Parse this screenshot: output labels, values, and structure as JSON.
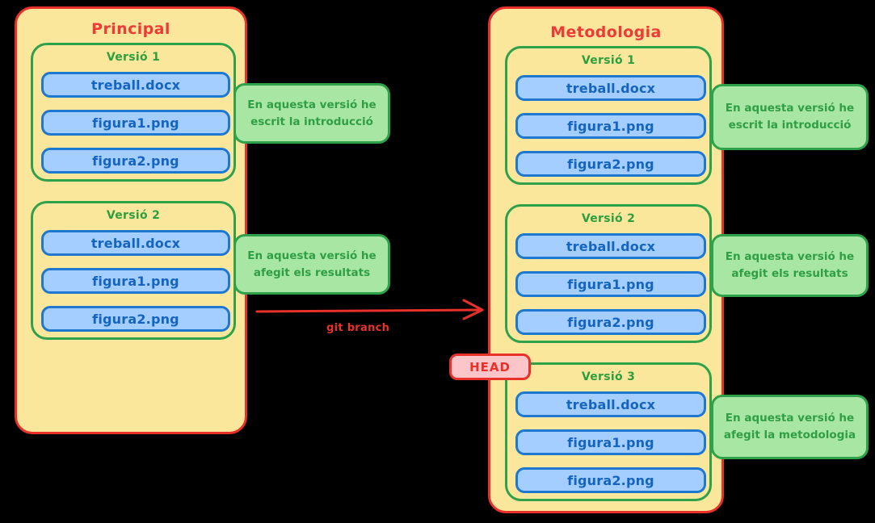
{
  "diagram": {
    "title_left": "Principal",
    "title_right": "Metodologia",
    "arrow_label": "git branch",
    "head_label": "HEAD",
    "colors": {
      "panel_fill": "#fbe79c",
      "panel_border": "#e8312a",
      "version_border": "#2ea14a",
      "version_title": "#2e9e3f",
      "file_fill": "#a3ceff",
      "file_border": "#1f78cf",
      "file_text": "#1565c0",
      "note_fill": "#a8e6a3",
      "note_border": "#2ea14a",
      "note_text": "#2f9e44",
      "head_fill": "#fcc5c9",
      "head_text": "#e8312a",
      "background": "#000000"
    }
  },
  "branches": [
    {
      "name": "Principal",
      "versions": [
        {
          "label": "Versió 1",
          "files": [
            "treball.docx",
            "figura1.png",
            "figura2.png"
          ],
          "note": [
            "En aquesta versió he",
            "escrit la introducció"
          ]
        },
        {
          "label": "Versió 2",
          "files": [
            "treball.docx",
            "figura1.png",
            "figura2.png"
          ],
          "note": [
            "En aquesta versió he",
            "afegit els resultats"
          ]
        }
      ]
    },
    {
      "name": "Metodologia",
      "versions": [
        {
          "label": "Versió 1",
          "files": [
            "treball.docx",
            "figura1.png",
            "figura2.png"
          ],
          "note": [
            "En aquesta versió he",
            "escrit la introducció"
          ]
        },
        {
          "label": "Versió 2",
          "files": [
            "treball.docx",
            "figura1.png",
            "figura2.png"
          ],
          "note": [
            "En aquesta versió he",
            "afegit els resultats"
          ]
        },
        {
          "label": "Versió 3",
          "files": [
            "treball.docx",
            "figura1.png",
            "figura2.png"
          ],
          "note": [
            "En aquesta versió he",
            "afegit la metodologia"
          ]
        }
      ]
    }
  ]
}
